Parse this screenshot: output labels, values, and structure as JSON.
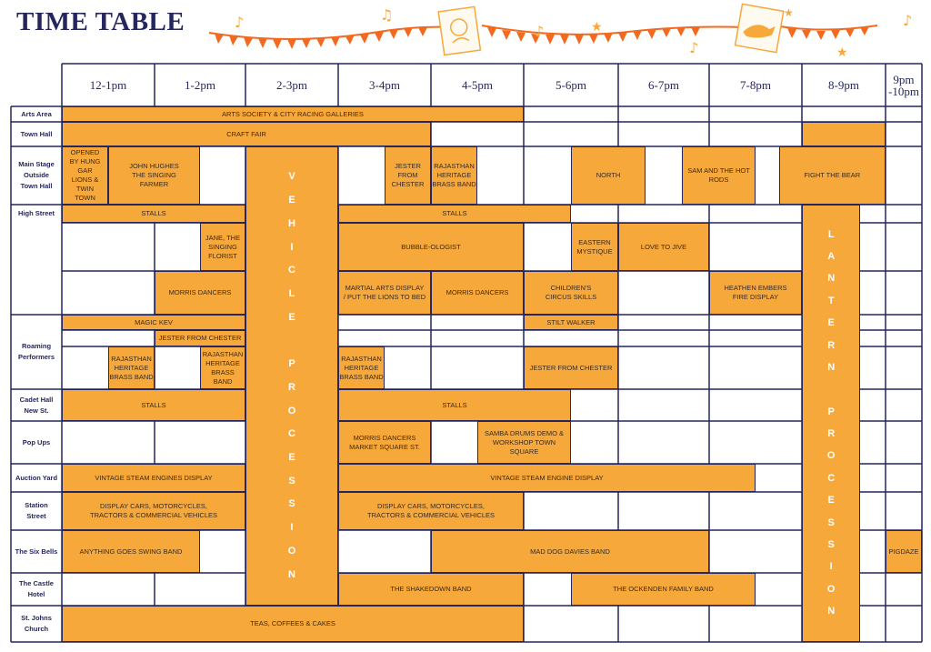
{
  "title": "TIME TABLE",
  "colors": {
    "navy": "#25265e",
    "orange": "#f7a83b",
    "bunting": "#f26a1f",
    "cream": "#fffaf0"
  },
  "columns": [
    "12-1pm",
    "1-2pm",
    "2-3pm",
    "3-4pm",
    "4-5pm",
    "5-6pm",
    "6-7pm",
    "7-8pm",
    "8-9pm",
    "9pm\n-10pm"
  ],
  "rows": [
    "Arts Area",
    "Town Hall",
    "Main Stage\nOutside\nTown Hall",
    "High Street",
    "",
    "",
    "Roaming\nPerformers",
    "",
    "",
    "Cadet Hall\nNew St.",
    "Pop Ups",
    "Auction Yard",
    "Station\nStreet",
    "The Six Bells",
    "The Castle\nHotel",
    "St. Johns\nChurch"
  ],
  "events": [
    {
      "text": "ARTS SOCIETY & CITY RACING  GALLERIES"
    },
    {
      "text": "CRAFT FAIR"
    },
    {
      "text": ""
    },
    {
      "text": "FAIR OPENED\nBY HUNG GAR\nLIONS & TWIN\nTOWN MAYOR"
    },
    {
      "text": "JOHN HUGHES\nTHE SINGING\nFARMER"
    },
    {
      "text": "JESTER\nFROM\nCHESTER"
    },
    {
      "text": "RAJASTHAN\nHERITAGE\nBRASS BAND"
    },
    {
      "text": "NORTH"
    },
    {
      "text": "SAM AND THE HOT\nRODS"
    },
    {
      "text": "FIGHT THE BEAR"
    },
    {
      "text": "STALLS"
    },
    {
      "text": "STALLS"
    },
    {
      "text": "JANE, THE\nSINGING\nFLORIST"
    },
    {
      "text": "BUBBLE-OLOGIST"
    },
    {
      "text": "EASTERN\nMYSTIQUE"
    },
    {
      "text": "LOVE TO JIVE"
    },
    {
      "text": "MORRIS DANCERS"
    },
    {
      "text": "MARTIAL ARTS DISPLAY\n/ PUT THE LIONS TO BED"
    },
    {
      "text": "MORRIS DANCERS"
    },
    {
      "text": "CHILDREN'S\nCIRCUS SKILLS"
    },
    {
      "text": "HEATHEN  EMBERS\nFIRE DISPLAY"
    },
    {
      "text": "MAGIC KEV"
    },
    {
      "text": "STILT WALKER"
    },
    {
      "text": "JESTER FROM CHESTER"
    },
    {
      "text": "RAJASTHAN\nHERITAGE\nBRASS BAND"
    },
    {
      "text": "RAJASTHAN\nHERITAGE\nBRASS BAND"
    },
    {
      "text": "RAJASTHAN\nHERITAGE\nBRASS BAND"
    },
    {
      "text": "JESTER FROM CHESTER"
    },
    {
      "text": "STALLS"
    },
    {
      "text": "STALLS"
    },
    {
      "text": "MORRIS DANCERS\nMARKET  SQUARE ST."
    },
    {
      "text": "SAMBA DRUMS DEMO &\nWORKSHOP TOWN SQUARE"
    },
    {
      "text": "VINTAGE STEAM ENGINES DISPLAY"
    },
    {
      "text": "VINTAGE STEAM ENGINE DISPLAY"
    },
    {
      "text": "DISPLAY CARS, MOTORCYCLES,\nTRACTORS & COMMERCIAL VEHICLES"
    },
    {
      "text": "DISPLAY CARS, MOTORCYCLES,\nTRACTORS & COMMERCIAL VEHICLES"
    },
    {
      "text": "ANYTHING GOES SWING BAND"
    },
    {
      "text": "MAD DOG DAVIES BAND"
    },
    {
      "text": "PIGDAZE"
    },
    {
      "text": "THE SHAKEDOWN BAND"
    },
    {
      "text": "THE OCKENDEN FAMILY BAND"
    },
    {
      "text": "TEAS, COFFEES & CAKES"
    }
  ],
  "processions": [
    {
      "text": "VEHICLE PROCESSION"
    },
    {
      "text": "LANTERN PROCESSION"
    }
  ]
}
